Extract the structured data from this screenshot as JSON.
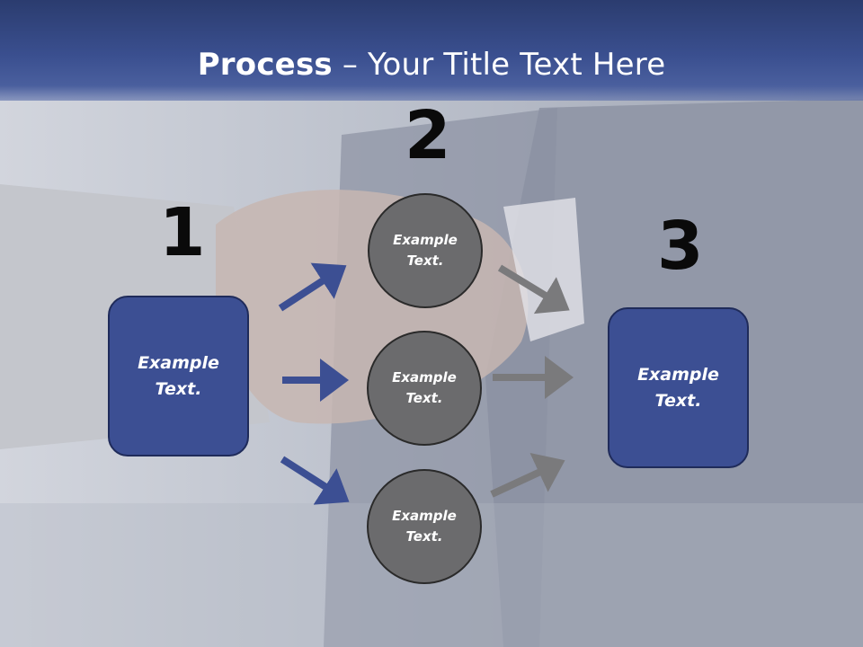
{
  "slide": {
    "title_bold": "Process",
    "title_rest": " – Your Title Text Here"
  },
  "steps": {
    "one": {
      "number": "1",
      "box_text": "Example\nText."
    },
    "two": {
      "number": "2",
      "circles": [
        "Example\nText.",
        "Example\nText.",
        "Example\nText."
      ]
    },
    "three": {
      "number": "3",
      "box_text": "Example\nText."
    }
  },
  "colors": {
    "header": "#3a4f8f",
    "box_fill": "#3c4f93",
    "circle_fill": "#6b6b6d",
    "arrow_blue": "#3c4f93",
    "arrow_gray": "#7a7a7c"
  }
}
